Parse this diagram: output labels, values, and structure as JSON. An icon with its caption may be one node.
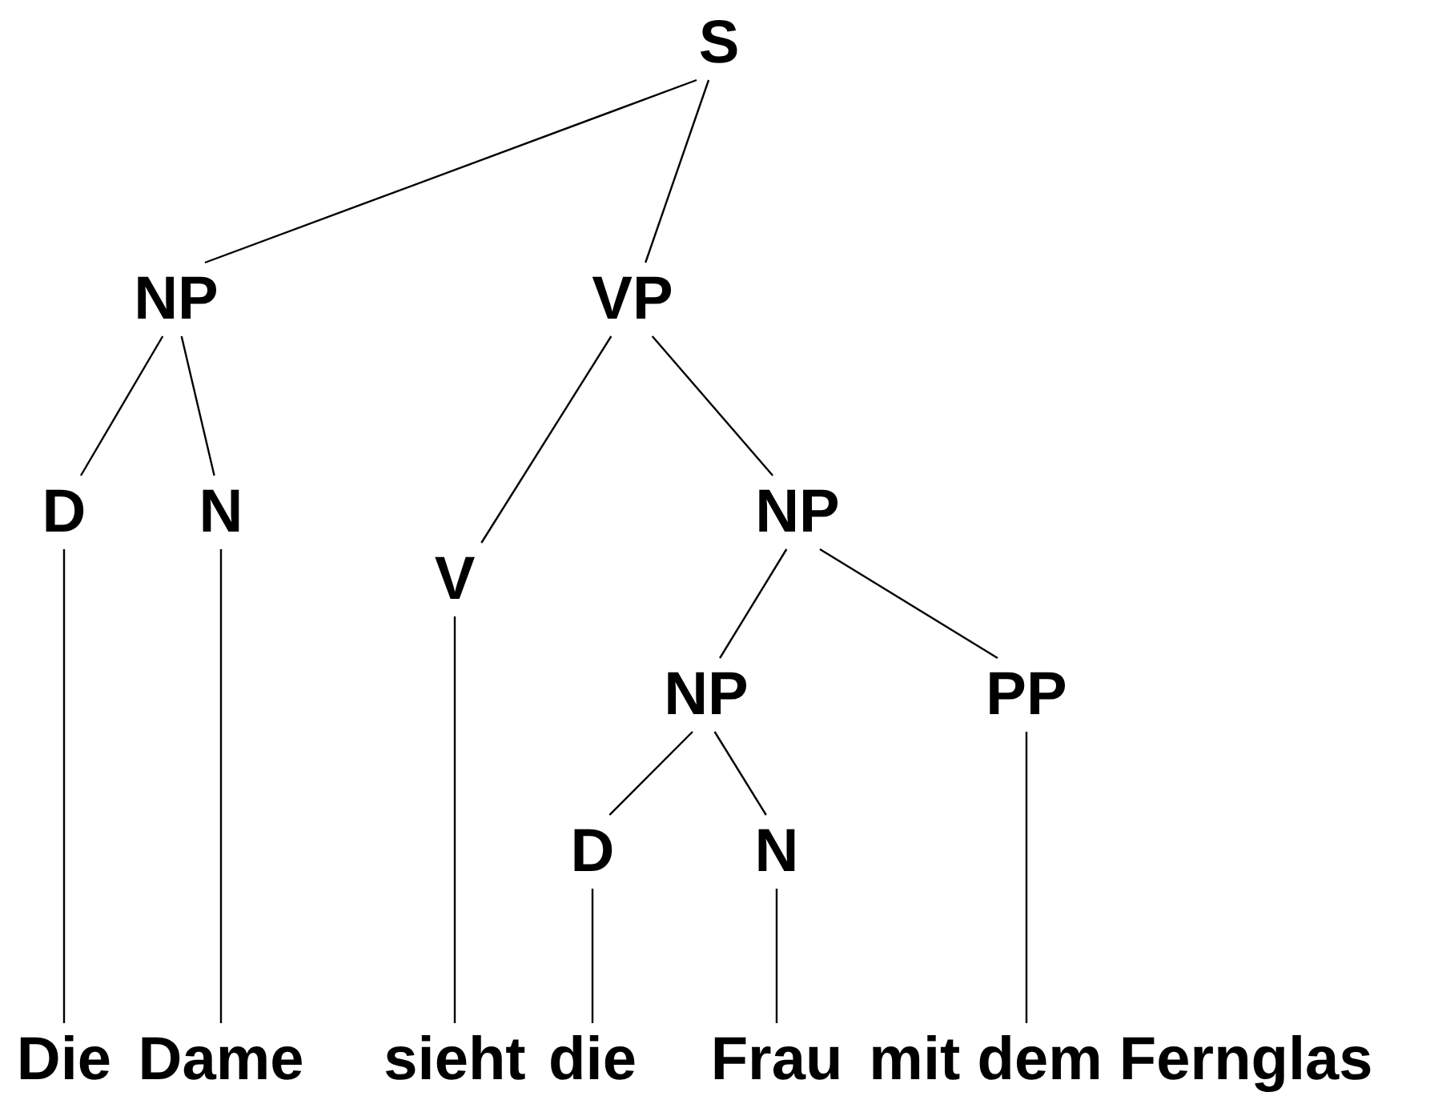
{
  "diagram": {
    "nodes": [
      {
        "text": [
          "S"
        ]
      },
      {
        "text": [
          "NP"
        ]
      },
      {
        "text": [
          "VP"
        ]
      },
      {
        "text": [
          "D"
        ]
      },
      {
        "text": [
          "N"
        ]
      },
      {
        "text": [
          "V"
        ]
      },
      {
        "text": [
          "NP"
        ]
      },
      {
        "text": [
          "NP"
        ]
      },
      {
        "text": [
          "PP"
        ]
      },
      {
        "text": [
          "D"
        ]
      },
      {
        "text": [
          "N"
        ]
      },
      {
        "text": [
          "Die"
        ]
      },
      {
        "text": [
          "Dame"
        ]
      },
      {
        "text": [
          "sieht"
        ]
      },
      {
        "text": [
          "die"
        ]
      },
      {
        "text": [
          "Frau"
        ]
      },
      {
        "text": [
          "mit dem Fernglas"
        ]
      }
    ],
    "edges": [
      {
        "from": 0,
        "to": 1,
        "arrow": "none"
      },
      {
        "from": 0,
        "to": 2,
        "arrow": "none"
      },
      {
        "from": 1,
        "to": 3,
        "arrow": "none"
      },
      {
        "from": 1,
        "to": 4,
        "arrow": "none"
      },
      {
        "from": 2,
        "to": 5,
        "arrow": "none"
      },
      {
        "from": 2,
        "to": 6,
        "arrow": "none"
      },
      {
        "from": 6,
        "to": 7,
        "arrow": "none"
      },
      {
        "from": 6,
        "to": 8,
        "arrow": "none"
      },
      {
        "from": 7,
        "to": 9,
        "arrow": "none"
      },
      {
        "from": 7,
        "to": 10,
        "arrow": "none"
      },
      {
        "from": 3,
        "to": 11,
        "arrow": "none"
      },
      {
        "from": 4,
        "to": 12,
        "arrow": "none"
      },
      {
        "from": 5,
        "to": 13,
        "arrow": "none"
      },
      {
        "from": 9,
        "to": 14,
        "arrow": "none"
      },
      {
        "from": 10,
        "to": 15,
        "arrow": "none"
      },
      {
        "from": 8,
        "to": 16,
        "arrow": "none"
      }
    ]
  }
}
